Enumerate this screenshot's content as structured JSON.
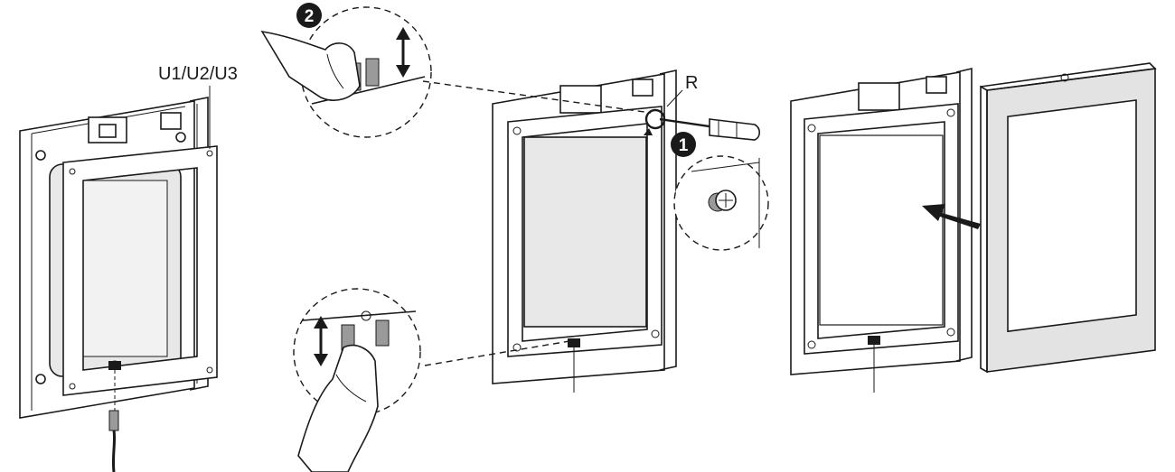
{
  "labels": {
    "model": "U1/U2/U3",
    "part_r": "R"
  },
  "steps": [
    {
      "number": "2"
    },
    {
      "number": "1"
    }
  ],
  "colors": {
    "line": "#1a1a1a",
    "panel_fill": "#e3e3e3",
    "screen_fill": "#e8e8e8",
    "background": "#ffffff"
  }
}
